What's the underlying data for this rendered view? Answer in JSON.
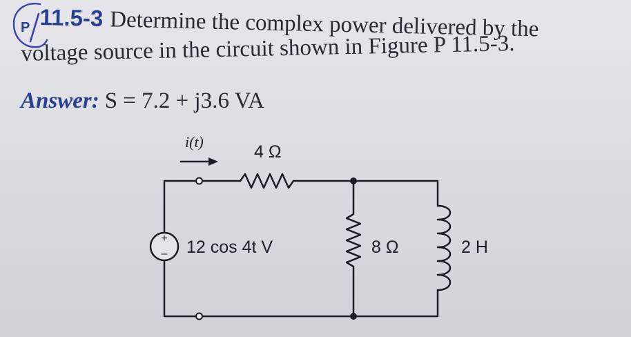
{
  "problem": {
    "handwritten_mark": "P",
    "number": "11.5-3",
    "line1": "Determine the complex power delivered by the",
    "line2": "voltage source in the circuit shown in Figure P 11.5-3."
  },
  "answer": {
    "label": "Answer:",
    "value": "S = 7.2 + j3.6 VA"
  },
  "circuit": {
    "current_label": "i(t)",
    "series_resistor": "4 Ω",
    "source_plus": "+",
    "source_minus": "–",
    "source_label": "12 cos 4t V",
    "shunt_resistor": "8 Ω",
    "inductor": "2 H"
  },
  "colors": {
    "ink": "#2a2a35",
    "printed_blue": "#27408f",
    "pen_blue": "#3b3fb4",
    "paper": "#dcdde2"
  }
}
